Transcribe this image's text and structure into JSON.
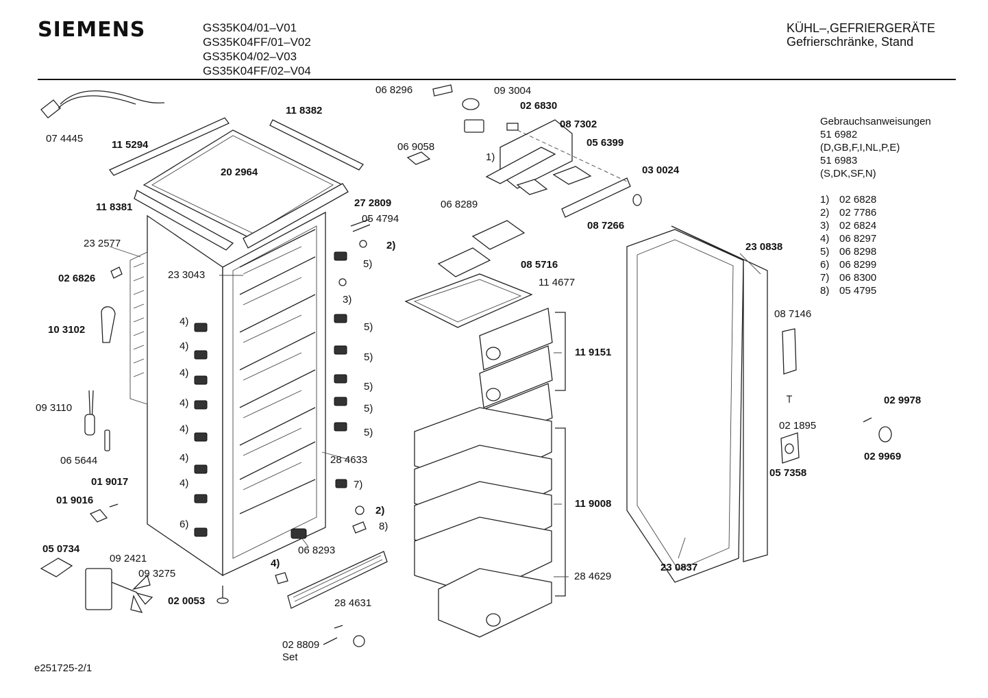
{
  "header": {
    "brand": "SIEMENS",
    "models": [
      "GS35K04/01–V01",
      "GS35K04FF/01–V02",
      "GS35K04/02–V03",
      "GS35K04FF/02–V04"
    ],
    "category_line1": "KÜHL–,GEFRIERGERÄTE",
    "category_line2": "Gefrierschränke, Stand"
  },
  "instructions": {
    "title": "Gebrauchsanweisungen",
    "lines": [
      "51 6982",
      "(D,GB,F,I,NL,P,E)",
      "51 6983",
      "(S,DK,SF,N)"
    ]
  },
  "footnotes": [
    {
      "num": "1)",
      "part": "02 6828"
    },
    {
      "num": "2)",
      "part": "02 7786"
    },
    {
      "num": "3)",
      "part": "02 6824"
    },
    {
      "num": "4)",
      "part": "06 8297"
    },
    {
      "num": "5)",
      "part": "06 8298"
    },
    {
      "num": "6)",
      "part": "06 8299"
    },
    {
      "num": "7)",
      "part": "06 8300"
    },
    {
      "num": "8)",
      "part": "05 4795"
    }
  ],
  "parts": {
    "p074445": "07 4445",
    "p115294": "11 5294",
    "p118382": "11 8382",
    "p202964": "20 2964",
    "p118381": "11 8381",
    "p272809": "27 2809",
    "p054794": "05 4794",
    "p232577": "23 2577",
    "p233043": "23 3043",
    "p026826": "02 6826",
    "p103102": "10 3102",
    "p093110": "09 3110",
    "p065644": "06 5644",
    "p019017": "01 9017",
    "p019016": "01 9016",
    "p050734": "05 0734",
    "p092421": "09 2421",
    "p093275": "09 3275",
    "p020053": "02 0053",
    "p068293": "06 8293",
    "p284633": "28 4633",
    "p284631": "28 4631",
    "p028809": "02 8809",
    "p_set": "Set",
    "p068296": "06 8296",
    "p093004": "09 3004",
    "p026830": "02 6830",
    "p087302": "08 7302",
    "p069058": "06 9058",
    "p056399": "05 6399",
    "p030024": "03 0024",
    "p068289": "06 8289",
    "p087266": "08 7266",
    "p085716": "08 5716",
    "p114677": "11 4677",
    "p119151": "11 9151",
    "p119008": "11 9008",
    "p284629": "28 4629",
    "p230838": "23 0838",
    "p087146": "08 7146",
    "p021895": "02 1895",
    "p057358": "05 7358",
    "p029978": "02 9978",
    "p029969": "02 9969",
    "p230837": "23 0837"
  },
  "refs": {
    "r1": "1)",
    "r2": "2)",
    "r3": "3)",
    "r4": "4)",
    "r5": "5)",
    "r6": "6)",
    "r7": "7)",
    "r8": "8)"
  },
  "footer": {
    "code": "e251725-2/1"
  }
}
